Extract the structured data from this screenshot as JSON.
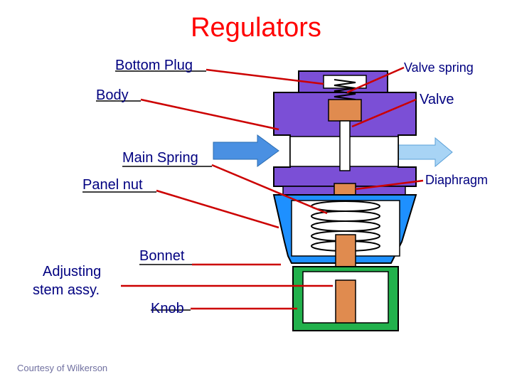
{
  "title": "Regulators",
  "labels": {
    "bottom_plug": "Bottom Plug",
    "body": "Body",
    "main_spring": "Main Spring",
    "panel_nut": "Panel nut",
    "adjusting_stem_line1": "Adjusting",
    "adjusting_stem_line2": "stem assy.",
    "bonnet": "Bonnet",
    "knob": "Knob",
    "valve_spring": "Valve spring",
    "valve": "Valve",
    "diaphragm": "Diaphragm"
  },
  "credit": "Courtesy of Wilkerson",
  "colors": {
    "title": "#ff0000",
    "label_text": "#000080",
    "leader": "#cc0000",
    "body": "#7b4fd6",
    "bonnet": "#1e90ff",
    "knob": "#22b14c",
    "stem": "#e08b4f",
    "flow_arrow": "#4a90e2"
  }
}
